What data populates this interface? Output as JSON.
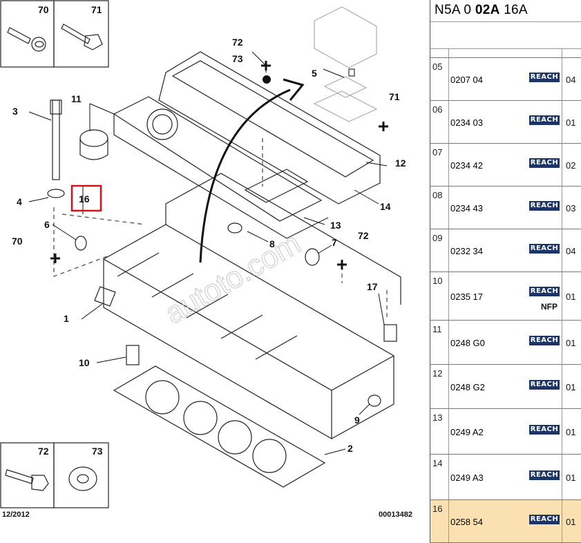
{
  "diagram": {
    "callouts": [
      "70",
      "71",
      "3",
      "11",
      "4",
      "16",
      "6",
      "70",
      "72",
      "73",
      "5",
      "71",
      "12",
      "14",
      "13",
      "8",
      "7",
      "72",
      "17",
      "1",
      "10",
      "9",
      "2",
      "72",
      "73"
    ],
    "footer_date": "12/2012",
    "footer_ref": "00013482",
    "watermark": "autoto.com",
    "highlight_color": "#d0121b"
  },
  "parts": {
    "header_prefix": "N5A 0 ",
    "header_bold": "02A",
    "header_suffix": " 16A",
    "reach_label": "REACH",
    "reach_color": "#1d3566",
    "selected_color": "#fbe0b2",
    "rows": [
      {
        "idx": "05",
        "ref": "0207 04",
        "qty": "04",
        "note": ""
      },
      {
        "idx": "06",
        "ref": "0234 03",
        "qty": "01",
        "note": ""
      },
      {
        "idx": "07",
        "ref": "0234 42",
        "qty": "02",
        "note": ""
      },
      {
        "idx": "08",
        "ref": "0234 43",
        "qty": "03",
        "note": ""
      },
      {
        "idx": "09",
        "ref": "0232 34",
        "qty": "04",
        "note": ""
      },
      {
        "idx": "10",
        "ref": "0235 17",
        "qty": "01",
        "note": "NFP"
      },
      {
        "idx": "11",
        "ref": "0248 G0",
        "qty": "01",
        "note": ""
      },
      {
        "idx": "12",
        "ref": "0248 G2",
        "qty": "01",
        "note": ""
      },
      {
        "idx": "13",
        "ref": "0249 A2",
        "qty": "01",
        "note": ""
      },
      {
        "idx": "14",
        "ref": "0249 A3",
        "qty": "01",
        "note": ""
      },
      {
        "idx": "16",
        "ref": "0258 54",
        "qty": "01",
        "note": "",
        "selected": true
      }
    ]
  }
}
